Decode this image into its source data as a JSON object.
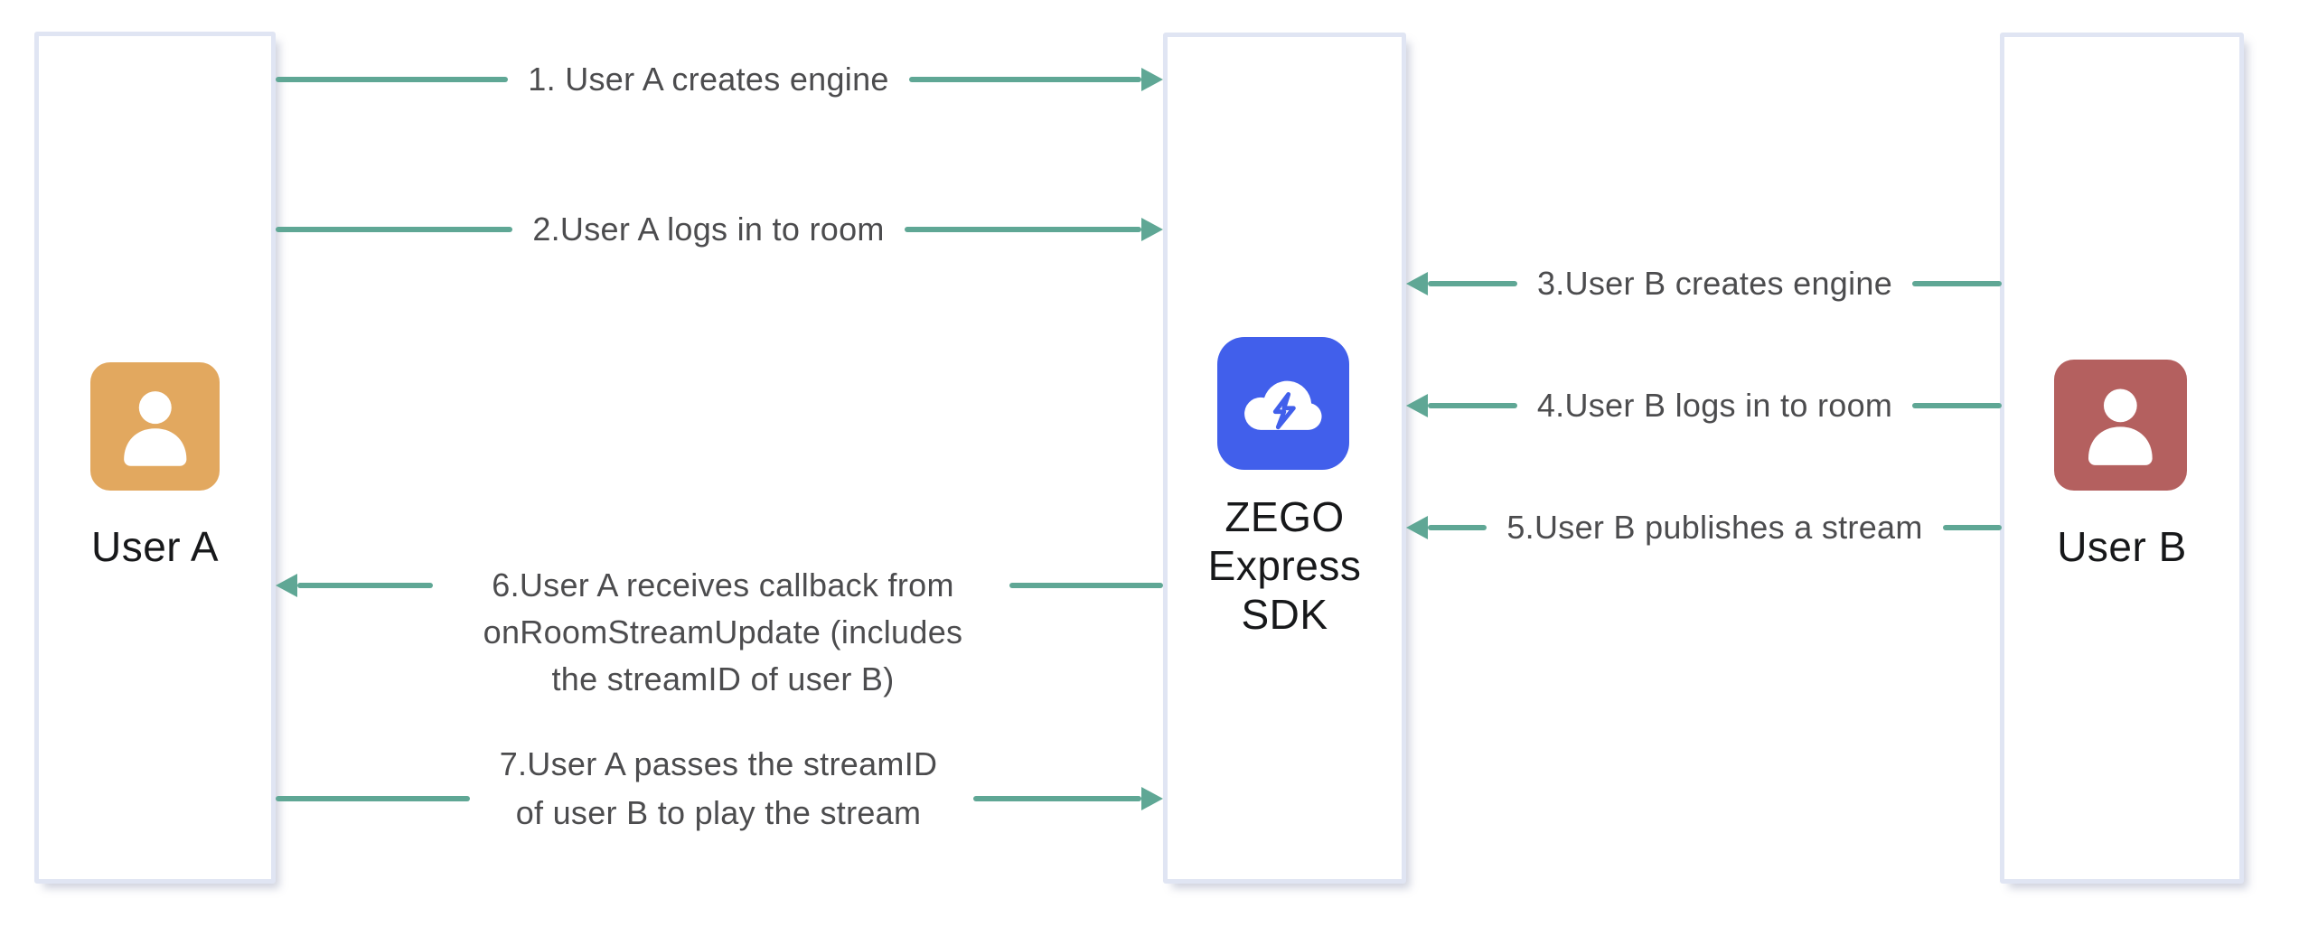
{
  "colors": {
    "teal": "#5FA795",
    "panel_border": "#E0E5F3",
    "panel_bg": "#FFFFFF",
    "text_gray": "#4C4C4E",
    "label_black": "#17181A",
    "user_a_orange": "#E2A85F",
    "user_b_red": "#B4605F",
    "sdk_blue": "#415FEB",
    "page_bg": "#FFFFFF"
  },
  "panels": {
    "user_a": {
      "label": "User A",
      "icon": "person-icon"
    },
    "sdk": {
      "label_lines": [
        "ZEGO",
        "Express",
        "SDK"
      ],
      "icon": "cloud-lightning-icon"
    },
    "user_b": {
      "label": "User B",
      "icon": "person-icon"
    }
  },
  "arrows": [
    {
      "label": "1. User A creates engine",
      "from": "User A",
      "to": "ZEGO Express SDK",
      "direction": "right"
    },
    {
      "label": "2.User A logs in to room",
      "from": "User A",
      "to": "ZEGO Express SDK",
      "direction": "right"
    },
    {
      "label": "3.User B creates engine",
      "from": "User B",
      "to": "ZEGO Express SDK",
      "direction": "left"
    },
    {
      "label": "4.User B logs in to room",
      "from": "User B",
      "to": "ZEGO Express SDK",
      "direction": "left"
    },
    {
      "label": "5.User B publishes a stream",
      "from": "User B",
      "to": "ZEGO Express SDK",
      "direction": "left"
    },
    {
      "lines": [
        "6.User A receives callback from",
        "onRoomStreamUpdate (includes",
        "the streamID of user B)"
      ],
      "from": "ZEGO Express SDK",
      "to": "User A",
      "direction": "left"
    },
    {
      "lines": [
        "7.User A passes the streamID",
        "of user B to play the stream"
      ],
      "from": "User A",
      "to": "ZEGO Express SDK",
      "direction": "right"
    }
  ]
}
